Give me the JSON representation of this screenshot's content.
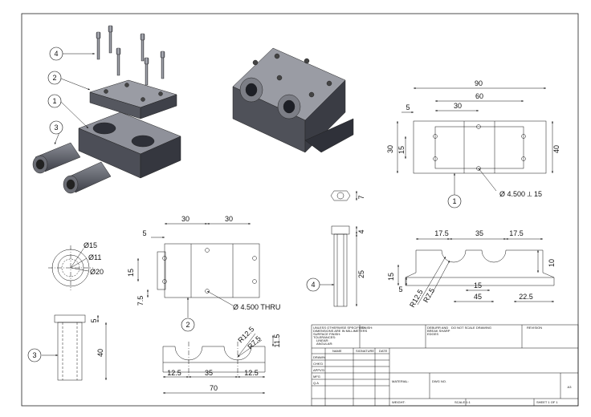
{
  "balloons": {
    "b1": "1",
    "b2": "2",
    "b3": "3",
    "b4": "4"
  },
  "dims": {
    "front": {
      "d90": "90",
      "d60": "60",
      "d30": "30",
      "d5": "5",
      "h30": "30",
      "h15": "15",
      "h40": "40",
      "hole": "Ø 4.500 ⟂ 15"
    },
    "bolt": {
      "d7": "7",
      "d4": "4",
      "d25": "25"
    },
    "side": {
      "d17a": "17.5",
      "d35": "35",
      "d17b": "17.5",
      "d10": "10",
      "d15v": "15",
      "d5v": "5",
      "d15h": "15",
      "d45": "45",
      "d225": "22.5",
      "r125": "R12.5",
      "r75": "R7.5"
    },
    "cap": {
      "d30a": "30",
      "d30b": "30",
      "d5": "5",
      "d15": "15",
      "d75": "7.5",
      "thru": "Ø 4.500 THRU"
    },
    "bush": {
      "d15": "Ø15",
      "d11": "Ø11",
      "d20": "Ø20",
      "d5": "5",
      "d40": "40"
    },
    "base": {
      "r125": "R12.5",
      "r75": "R7.5",
      "d115": "11.5",
      "d125a": "12.5",
      "d35": "35",
      "d125b": "12.5",
      "d70": "70"
    }
  },
  "title_block": {
    "notes": [
      "UNLESS OTHERWISE SPECIFIED:",
      "DIMENSIONS ARE IN MILLIMETERS",
      "SURFACE FINISH:",
      "TOLERANCES:",
      "LINEAR:",
      "ANGULAR:"
    ],
    "finish": "FINISH:",
    "deburr": [
      "DEBURR AND",
      "BREAK SHARP",
      "EDGES"
    ],
    "no_scale": "DO NOT SCALE DRAWING",
    "revision": "REVISION",
    "headers": {
      "name": "NAME",
      "signature": "SIGNATURE",
      "date": "DATE"
    },
    "rows": [
      "DRAWN",
      "CHK'D",
      "APPV'D",
      "MFG",
      "Q.A"
    ],
    "material": "MATERIAL:",
    "dwg_no": "DWG NO.",
    "size": "A3",
    "weight": "WEIGHT:",
    "scale": "SCALE:1:1",
    "sheet": "SHEET 1 OF 1"
  }
}
